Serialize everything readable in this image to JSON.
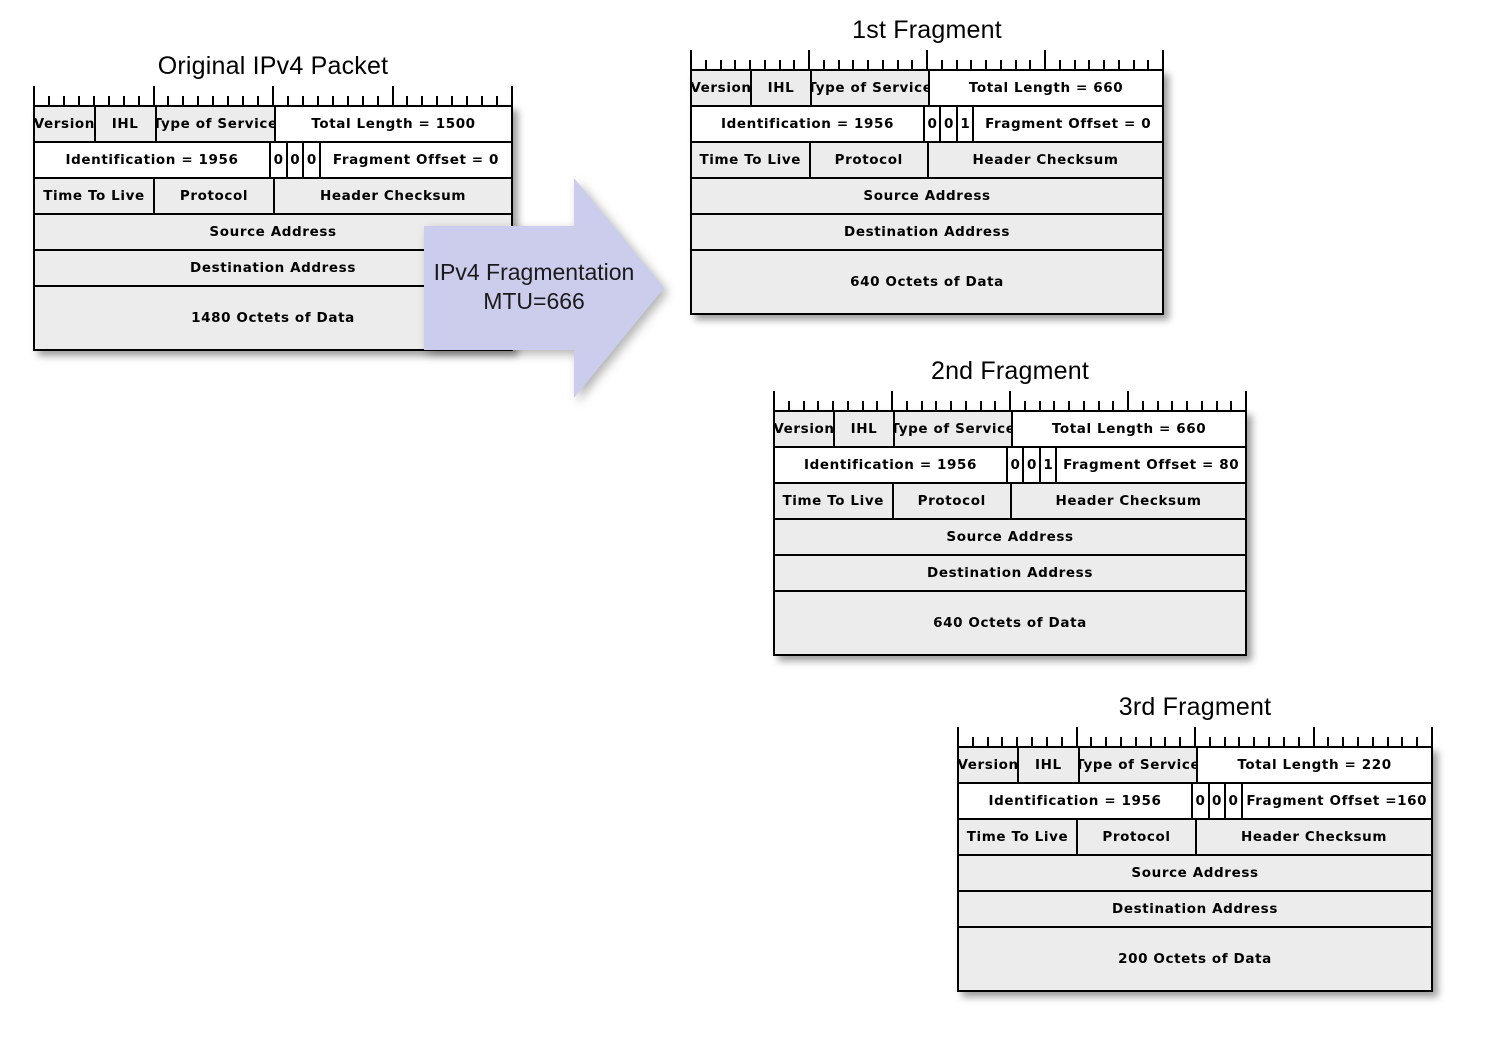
{
  "diagram": {
    "title": "IPv4 Fragmentation",
    "arrow": {
      "line1": "IPv4 Fragmentation",
      "line2": "MTU=666",
      "fill_color": "#ccccec"
    },
    "colors": {
      "cell_gray": "#ececec",
      "cell_white": "#ffffff",
      "border": "#000000"
    },
    "ruler": {
      "total_ticks": 33,
      "major_every": 8
    }
  },
  "packets": [
    {
      "id": "original-packet",
      "title": "Original IPv4 Packet",
      "rows": [
        {
          "name": "header-row-1",
          "cells": [
            {
              "label": "Version",
              "span": 4,
              "bg": "gray"
            },
            {
              "label": "IHL",
              "span": 4,
              "bg": "gray"
            },
            {
              "label": "Type of Service",
              "span": 8,
              "bg": "gray"
            },
            {
              "label": "Total Length = 1500",
              "span": 16,
              "bg": "white"
            }
          ]
        },
        {
          "name": "header-row-2",
          "cells": [
            {
              "label": "Identification = 1956",
              "span": 16,
              "bg": "white"
            },
            {
              "label": "0",
              "span": 1,
              "bg": "white"
            },
            {
              "label": "0",
              "span": 1,
              "bg": "white"
            },
            {
              "label": "0",
              "span": 1,
              "bg": "white"
            },
            {
              "label": "Fragment Offset = 0",
              "span": 13,
              "bg": "white"
            }
          ]
        },
        {
          "name": "header-row-3",
          "cells": [
            {
              "label": "Time To Live",
              "span": 8,
              "bg": "gray"
            },
            {
              "label": "Protocol",
              "span": 8,
              "bg": "gray"
            },
            {
              "label": "Header Checksum",
              "span": 16,
              "bg": "gray"
            }
          ]
        },
        {
          "name": "source-address-row",
          "cells": [
            {
              "label": "Source Address",
              "span": 32,
              "bg": "gray"
            }
          ]
        },
        {
          "name": "destination-address-row",
          "cells": [
            {
              "label": "Destination Address",
              "span": 32,
              "bg": "gray"
            }
          ]
        },
        {
          "name": "payload-row",
          "cells": [
            {
              "label": "1480 Octets of Data",
              "span": 32,
              "bg": "gray"
            }
          ]
        }
      ]
    },
    {
      "id": "fragment-1",
      "title": "1st Fragment",
      "rows": [
        {
          "name": "header-row-1",
          "cells": [
            {
              "label": "Version",
              "span": 4,
              "bg": "gray"
            },
            {
              "label": "IHL",
              "span": 4,
              "bg": "gray"
            },
            {
              "label": "Type of Service",
              "span": 8,
              "bg": "gray"
            },
            {
              "label": "Total Length = 660",
              "span": 16,
              "bg": "white"
            }
          ]
        },
        {
          "name": "header-row-2",
          "cells": [
            {
              "label": "Identification = 1956",
              "span": 16,
              "bg": "white"
            },
            {
              "label": "0",
              "span": 1,
              "bg": "white"
            },
            {
              "label": "0",
              "span": 1,
              "bg": "white"
            },
            {
              "label": "1",
              "span": 1,
              "bg": "white"
            },
            {
              "label": "Fragment Offset = 0",
              "span": 13,
              "bg": "white"
            }
          ]
        },
        {
          "name": "header-row-3",
          "cells": [
            {
              "label": "Time To Live",
              "span": 8,
              "bg": "gray"
            },
            {
              "label": "Protocol",
              "span": 8,
              "bg": "gray"
            },
            {
              "label": "Header Checksum",
              "span": 16,
              "bg": "gray"
            }
          ]
        },
        {
          "name": "source-address-row",
          "cells": [
            {
              "label": "Source Address",
              "span": 32,
              "bg": "gray"
            }
          ]
        },
        {
          "name": "destination-address-row",
          "cells": [
            {
              "label": "Destination Address",
              "span": 32,
              "bg": "gray"
            }
          ]
        },
        {
          "name": "payload-row",
          "cells": [
            {
              "label": "640 Octets of Data",
              "span": 32,
              "bg": "gray"
            }
          ]
        }
      ]
    },
    {
      "id": "fragment-2",
      "title": "2nd Fragment",
      "rows": [
        {
          "name": "header-row-1",
          "cells": [
            {
              "label": "Version",
              "span": 4,
              "bg": "gray"
            },
            {
              "label": "IHL",
              "span": 4,
              "bg": "gray"
            },
            {
              "label": "Type of Service",
              "span": 8,
              "bg": "gray"
            },
            {
              "label": "Total Length = 660",
              "span": 16,
              "bg": "white"
            }
          ]
        },
        {
          "name": "header-row-2",
          "cells": [
            {
              "label": "Identification = 1956",
              "span": 16,
              "bg": "white"
            },
            {
              "label": "0",
              "span": 1,
              "bg": "white"
            },
            {
              "label": "0",
              "span": 1,
              "bg": "white"
            },
            {
              "label": "1",
              "span": 1,
              "bg": "white"
            },
            {
              "label": "Fragment Offset = 80",
              "span": 13,
              "bg": "white"
            }
          ]
        },
        {
          "name": "header-row-3",
          "cells": [
            {
              "label": "Time To Live",
              "span": 8,
              "bg": "gray"
            },
            {
              "label": "Protocol",
              "span": 8,
              "bg": "gray"
            },
            {
              "label": "Header Checksum",
              "span": 16,
              "bg": "gray"
            }
          ]
        },
        {
          "name": "source-address-row",
          "cells": [
            {
              "label": "Source Address",
              "span": 32,
              "bg": "gray"
            }
          ]
        },
        {
          "name": "destination-address-row",
          "cells": [
            {
              "label": "Destination Address",
              "span": 32,
              "bg": "gray"
            }
          ]
        },
        {
          "name": "payload-row",
          "cells": [
            {
              "label": "640 Octets of Data",
              "span": 32,
              "bg": "gray"
            }
          ]
        }
      ]
    },
    {
      "id": "fragment-3",
      "title": "3rd Fragment",
      "rows": [
        {
          "name": "header-row-1",
          "cells": [
            {
              "label": "Version",
              "span": 4,
              "bg": "gray"
            },
            {
              "label": "IHL",
              "span": 4,
              "bg": "gray"
            },
            {
              "label": "Type of Service",
              "span": 8,
              "bg": "gray"
            },
            {
              "label": "Total Length = 220",
              "span": 16,
              "bg": "white"
            }
          ]
        },
        {
          "name": "header-row-2",
          "cells": [
            {
              "label": "Identification = 1956",
              "span": 16,
              "bg": "white"
            },
            {
              "label": "0",
              "span": 1,
              "bg": "white"
            },
            {
              "label": "0",
              "span": 1,
              "bg": "white"
            },
            {
              "label": "0",
              "span": 1,
              "bg": "white"
            },
            {
              "label": "Fragment Offset =160",
              "span": 13,
              "bg": "white"
            }
          ]
        },
        {
          "name": "header-row-3",
          "cells": [
            {
              "label": "Time To Live",
              "span": 8,
              "bg": "gray"
            },
            {
              "label": "Protocol",
              "span": 8,
              "bg": "gray"
            },
            {
              "label": "Header Checksum",
              "span": 16,
              "bg": "gray"
            }
          ]
        },
        {
          "name": "source-address-row",
          "cells": [
            {
              "label": "Source Address",
              "span": 32,
              "bg": "gray"
            }
          ]
        },
        {
          "name": "destination-address-row",
          "cells": [
            {
              "label": "Destination Address",
              "span": 32,
              "bg": "gray"
            }
          ]
        },
        {
          "name": "payload-row",
          "cells": [
            {
              "label": "200 Octets of Data",
              "span": 32,
              "bg": "gray"
            }
          ]
        }
      ]
    }
  ]
}
